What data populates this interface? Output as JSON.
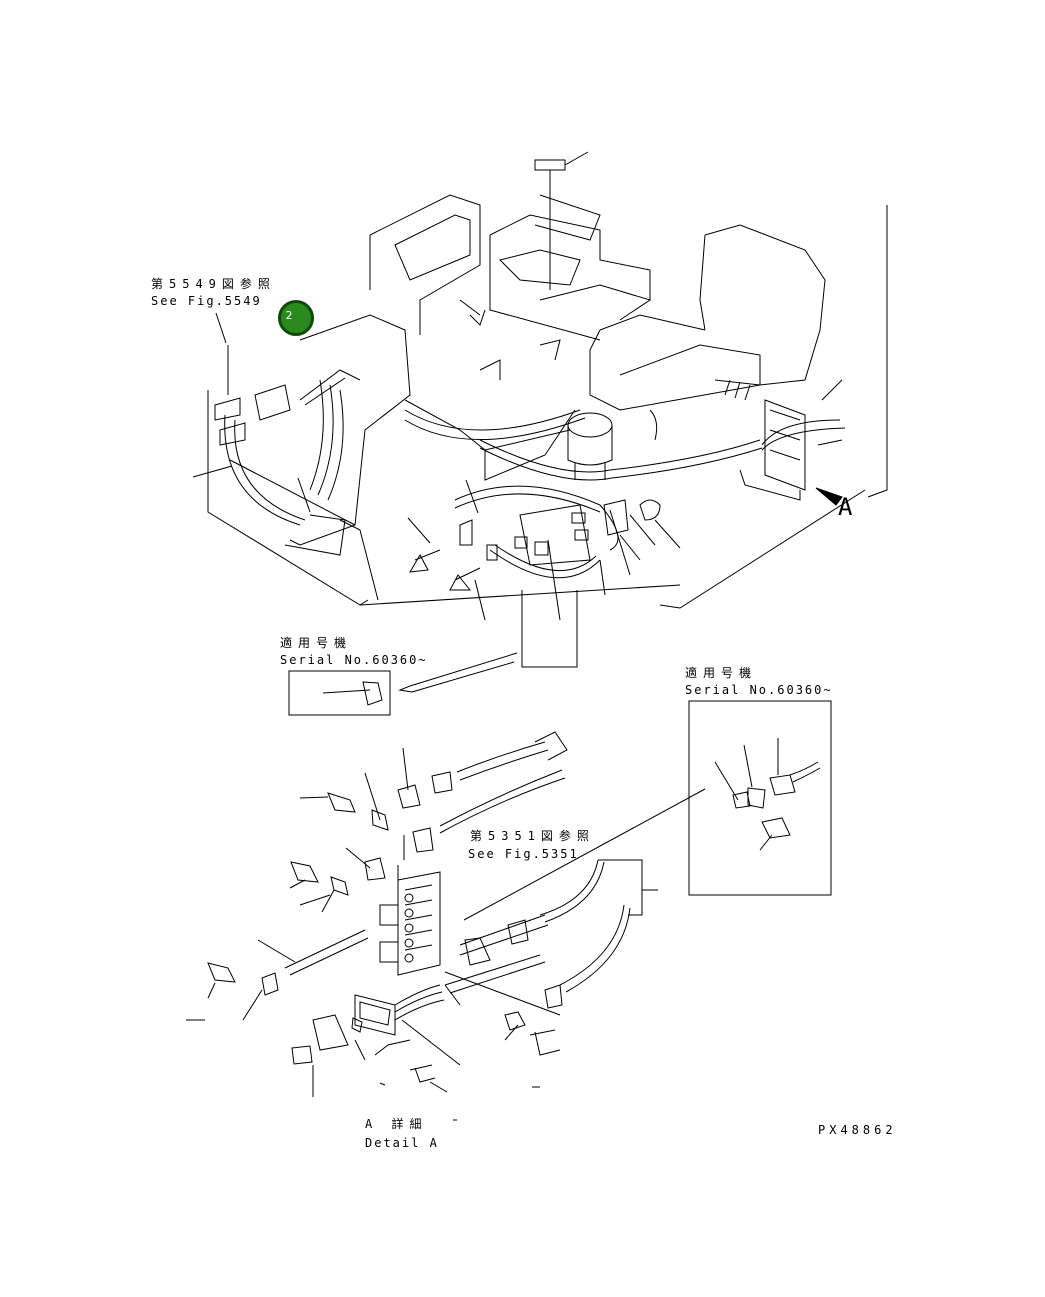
{
  "diagram": {
    "callout_number": "2",
    "ref_fig5549_jp": "第5549図参照",
    "ref_fig5549_en": "See Fig.5549",
    "serial_top_jp": "適用号機",
    "serial_top_en": "Serial No.60360~",
    "serial_right_jp": "適用号機",
    "serial_right_en": "Serial No.60360~",
    "ref_fig5351_jp": "第5351図参照",
    "ref_fig5351_en": "See Fig.5351",
    "view_letter": "A",
    "detail_jp": "A 詳細",
    "detail_en": "Detail A",
    "drawing_number": "PX48862"
  },
  "colors": {
    "line": "#000000",
    "callout_fill": "#2a8a1e",
    "callout_border": "#0d4a08"
  }
}
